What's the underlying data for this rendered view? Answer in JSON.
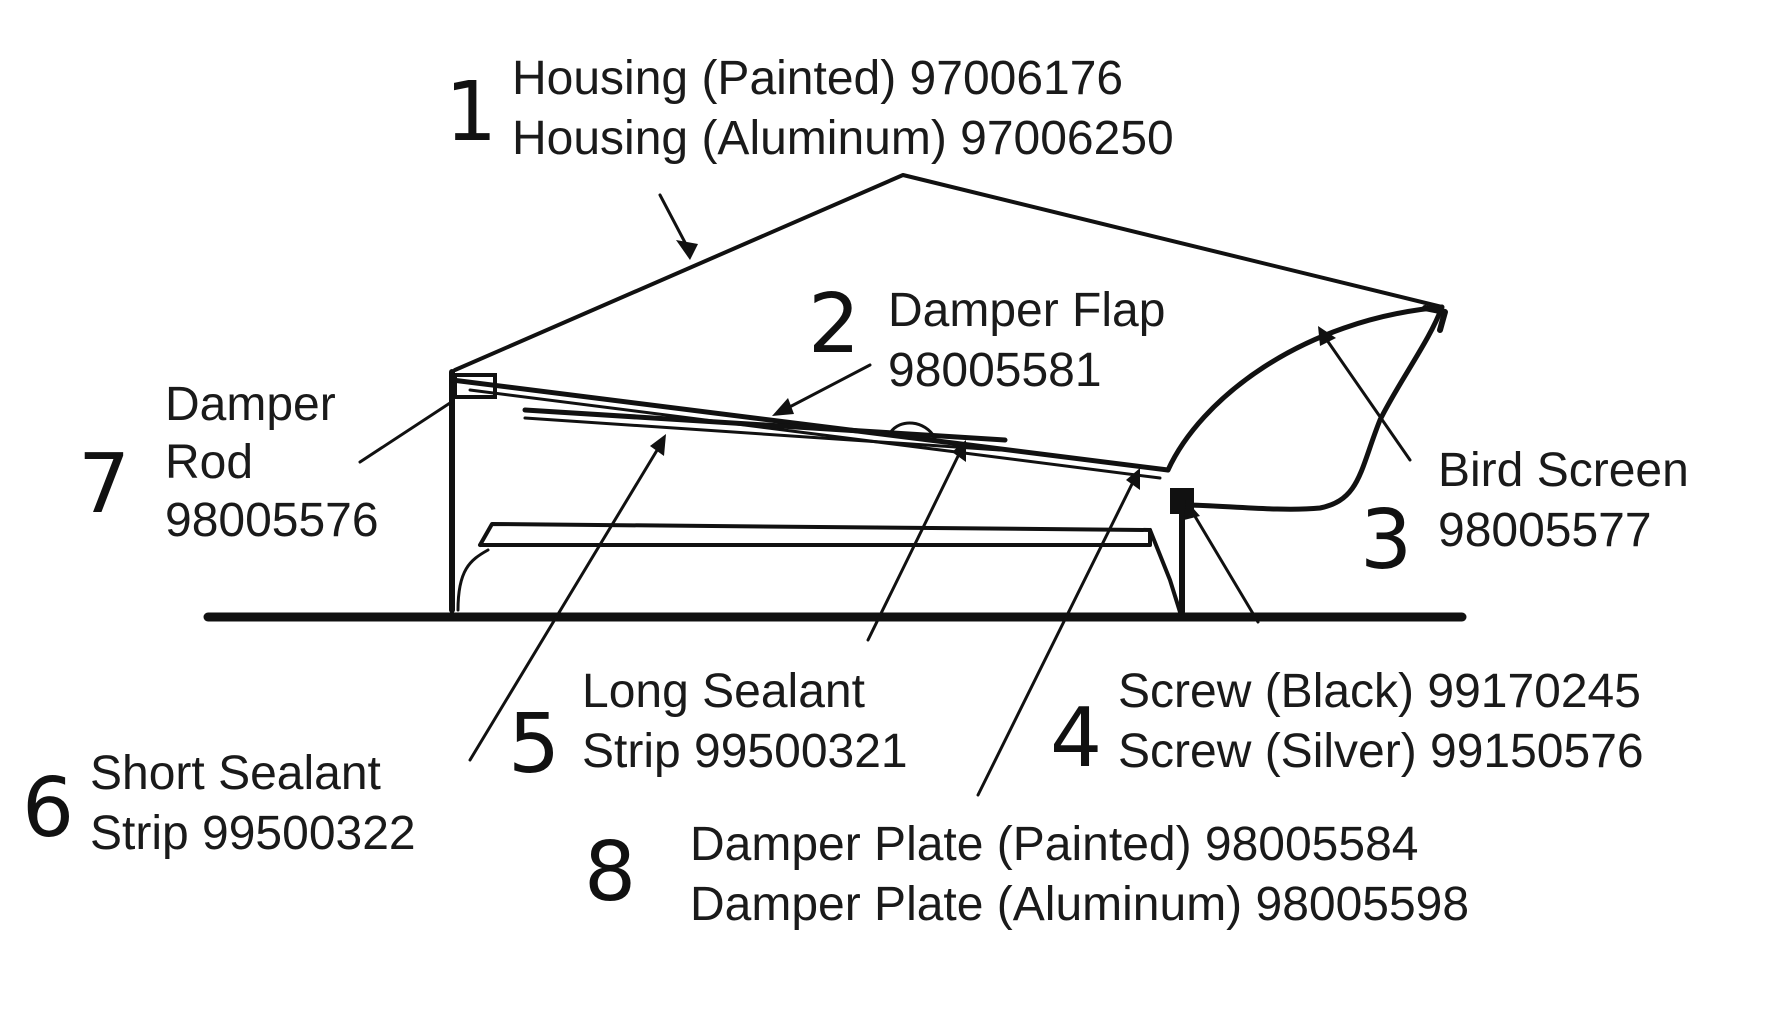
{
  "parts": [
    {
      "number": "1",
      "lines": [
        "Housing (Painted) 97006176",
        "Housing (Aluminum) 97006250"
      ]
    },
    {
      "number": "2",
      "lines": [
        "Damper Flap",
        "98005581"
      ]
    },
    {
      "number": "3",
      "lines": [
        "Bird Screen",
        "98005577"
      ]
    },
    {
      "number": "4",
      "lines": [
        "Screw (Black) 99170245",
        "Screw (Silver) 99150576"
      ]
    },
    {
      "number": "5",
      "lines": [
        "Long Sealant",
        "Strip 99500321"
      ]
    },
    {
      "number": "6",
      "lines": [
        "Short Sealant",
        "Strip 99500322"
      ]
    },
    {
      "number": "7",
      "lines": [
        "Damper",
        "Rod",
        "98005576"
      ]
    },
    {
      "number": "8",
      "lines": [
        "Damper Plate (Painted) 98005584",
        "Damper Plate (Aluminum) 98005598"
      ]
    }
  ]
}
